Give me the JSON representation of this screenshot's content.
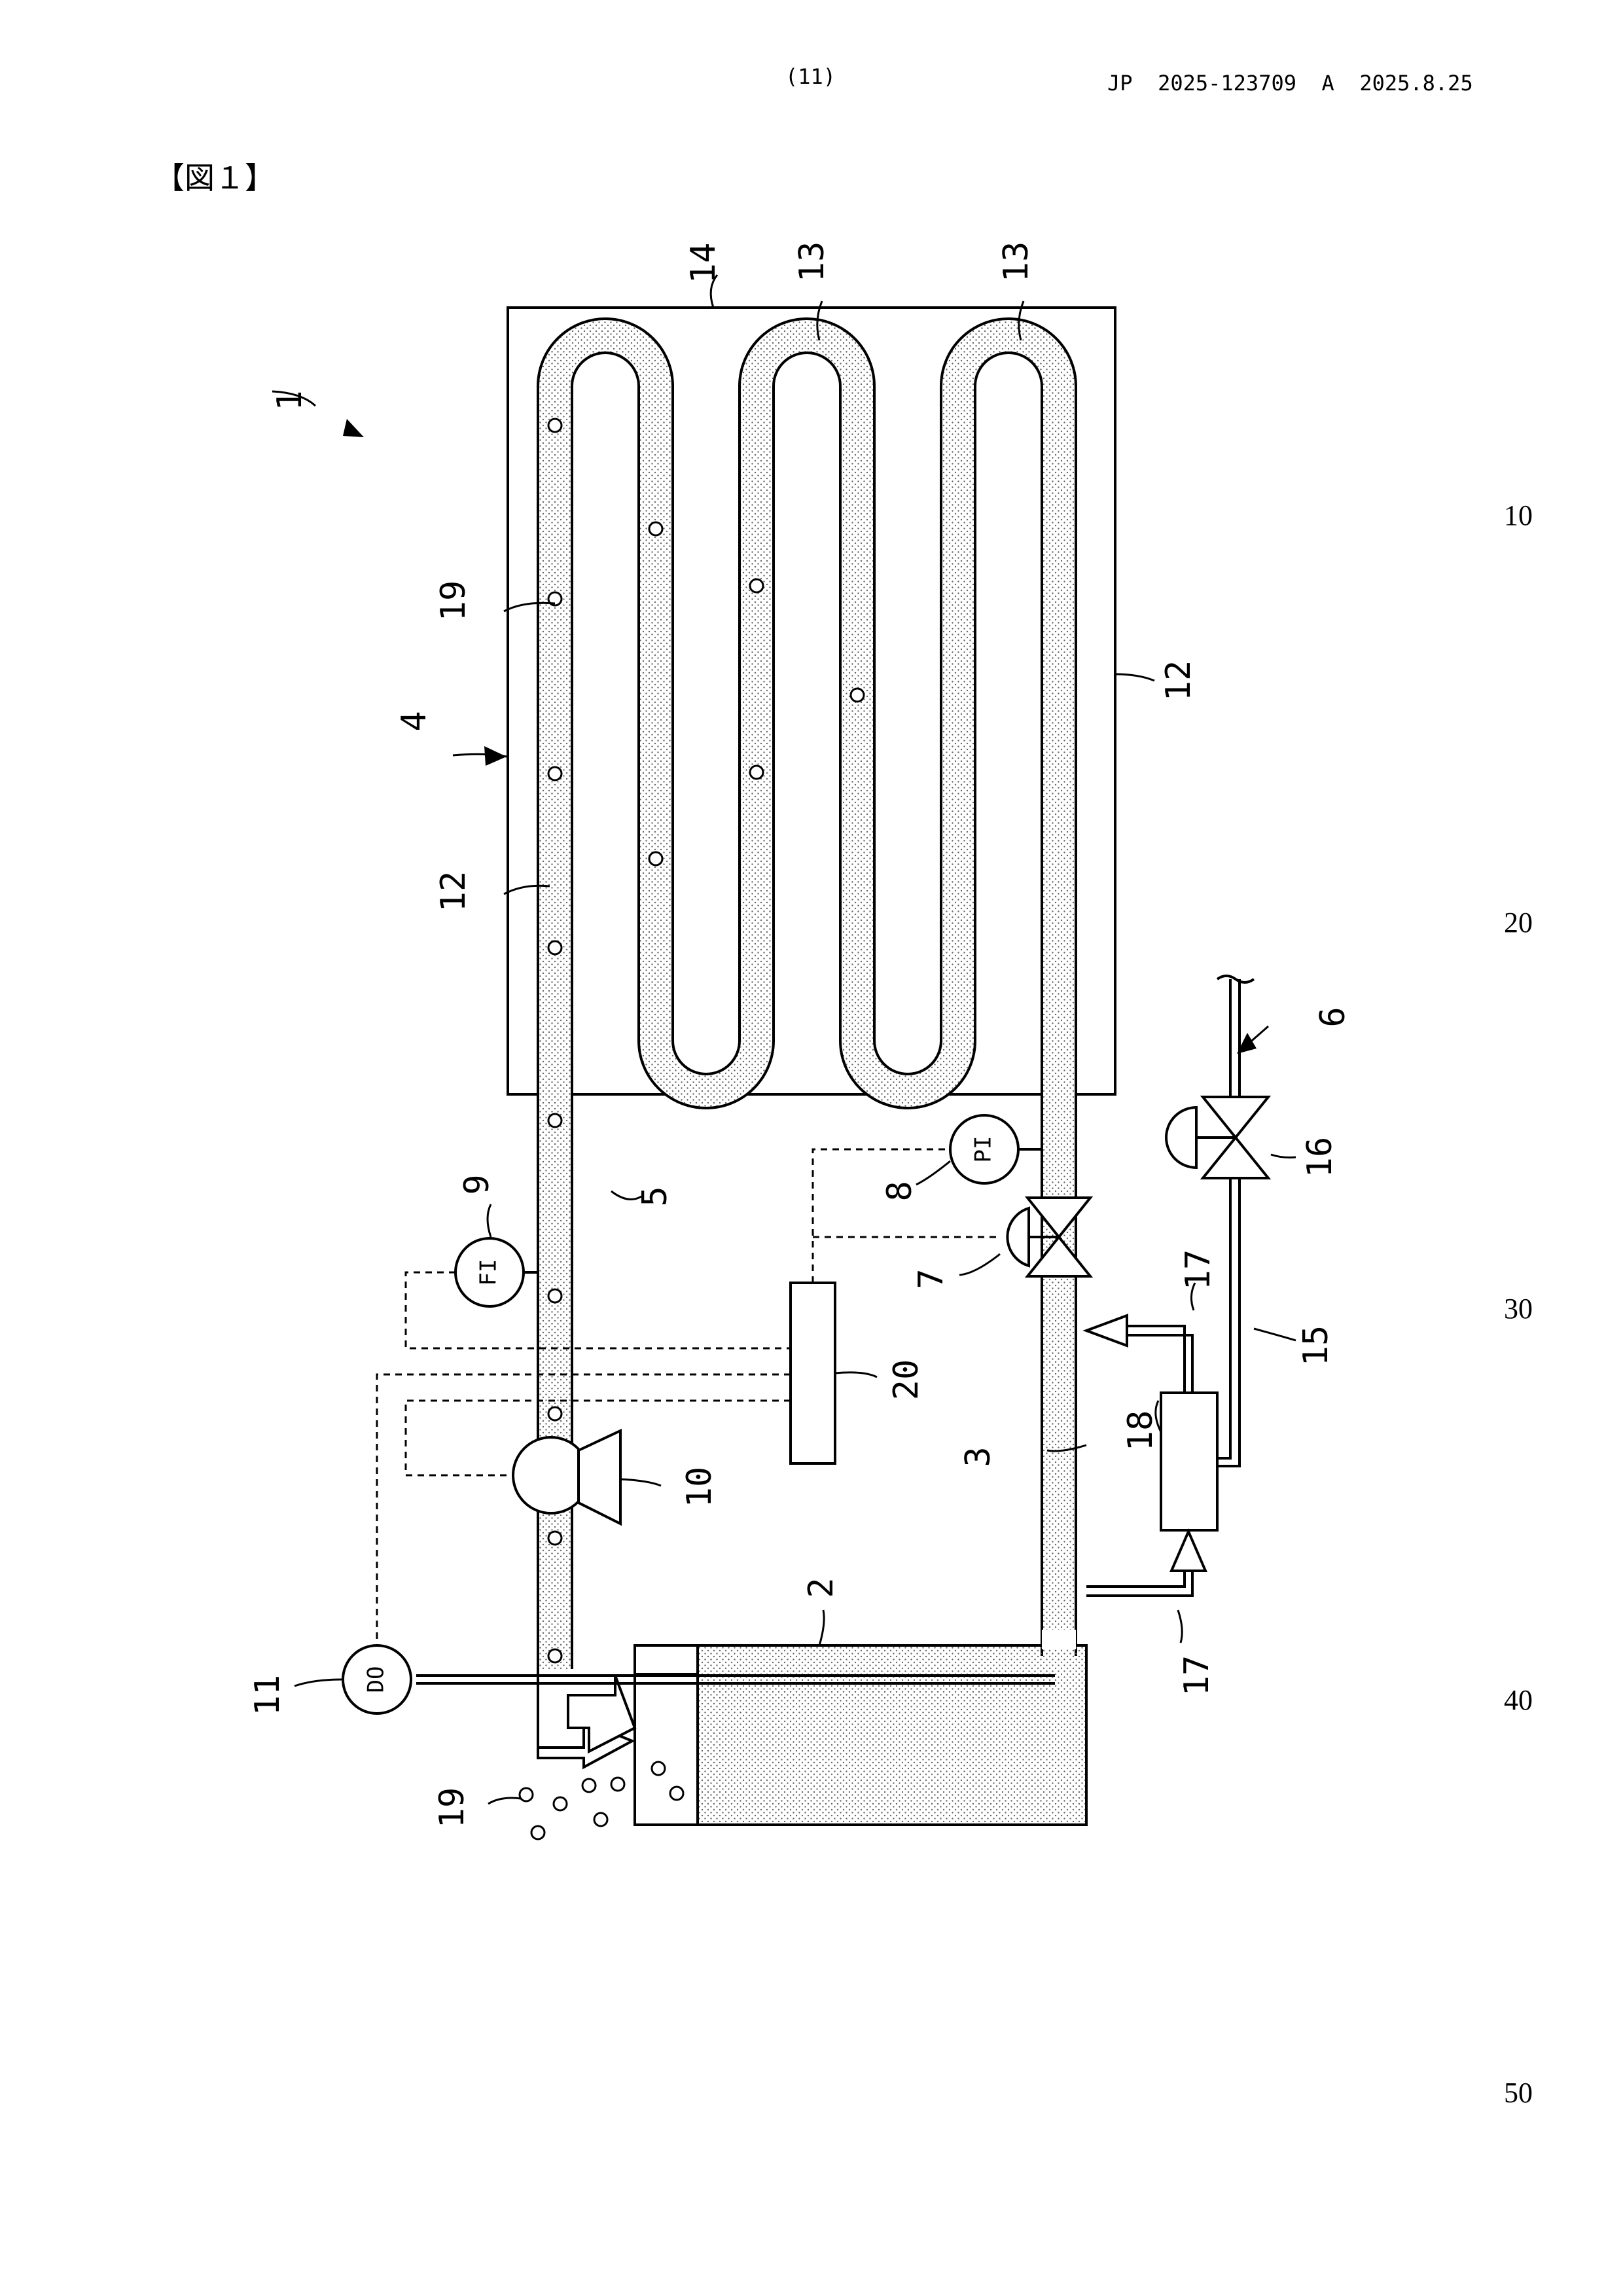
{
  "header": {
    "page_number": "(11)",
    "publication": "JP  2025-123709  A  2025.8.25"
  },
  "figure": {
    "title": "【図１】",
    "labels": {
      "system": "1",
      "tank": "2",
      "return_pipe": "3",
      "heat_exchanger": "4",
      "supply_pipe": "5",
      "gas_supply": "6",
      "control_valve": "7",
      "pressure_indicator": "8",
      "flow_indicator": "9",
      "pump": "10",
      "do_meter": "11",
      "pipe_12_left": "12",
      "pipe_12_right": "12",
      "bend_13_a": "13",
      "bend_13_b": "13",
      "panel": "14",
      "gas_pipe": "15",
      "gas_valve": "16",
      "line_17_upper": "17",
      "line_17_lower": "17",
      "mixer": "18",
      "bubbles_upper": "19",
      "bubbles_lower": "19",
      "controller": "20"
    },
    "instruments": {
      "pressure": "PI",
      "flow": "FI",
      "dissolved_oxygen": "DO"
    }
  },
  "line_numbers": [
    "10",
    "20",
    "30",
    "40",
    "50"
  ]
}
